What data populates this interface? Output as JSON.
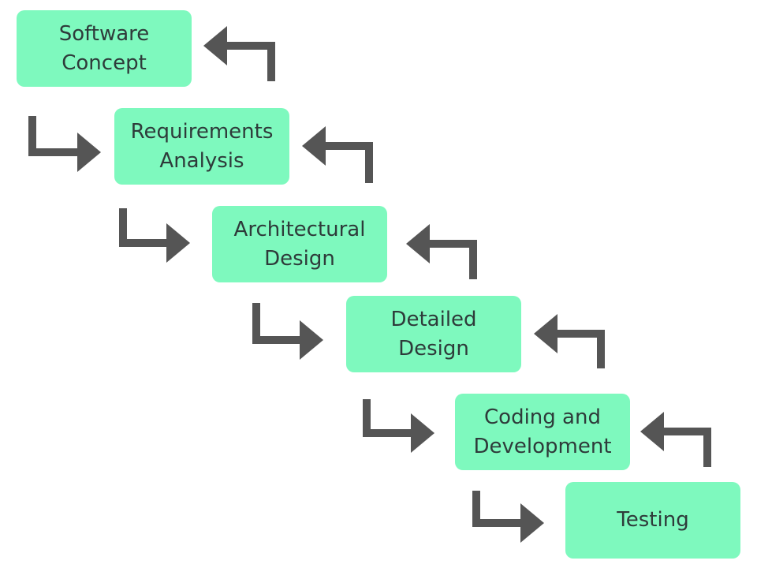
{
  "diagram": {
    "stages": [
      {
        "label": "Software\nConcept"
      },
      {
        "label": "Requirements\nAnalysis"
      },
      {
        "label": "Architectural\nDesign"
      },
      {
        "label": "Detailed\nDesign"
      },
      {
        "label": "Coding and\nDevelopment"
      },
      {
        "label": "Testing"
      }
    ],
    "colors": {
      "stage_fill": "#7ef9be",
      "arrow": "#555555",
      "text": "#2e3b3a"
    }
  }
}
